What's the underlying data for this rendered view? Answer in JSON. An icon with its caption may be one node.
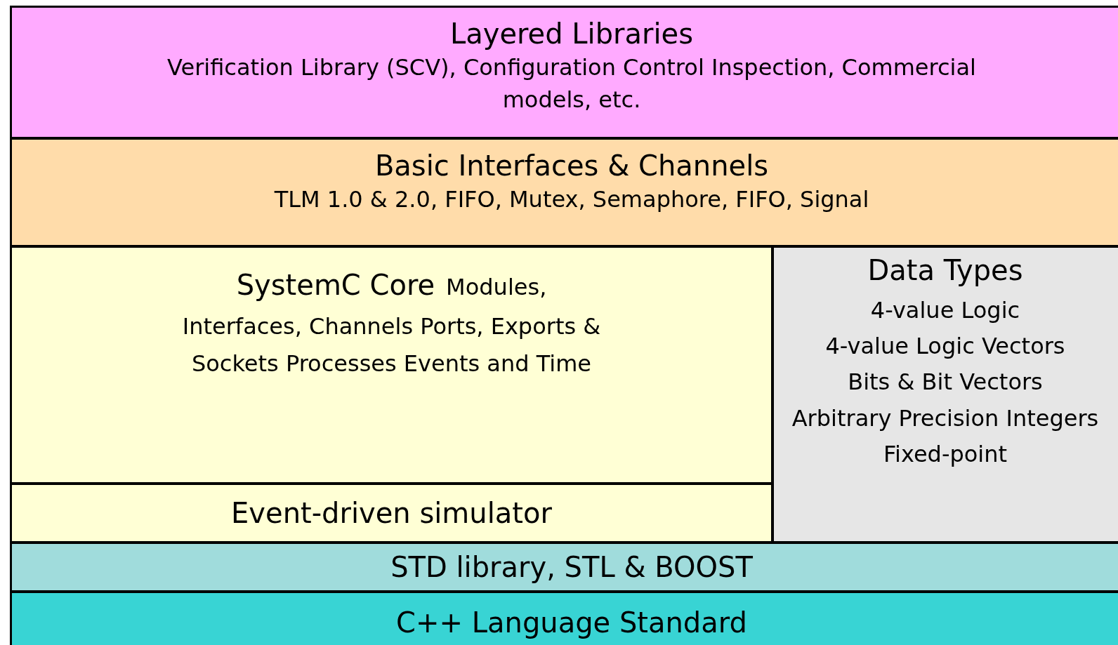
{
  "diagram": {
    "nodes": [
      {
        "text": [
          "Layered Libraries",
          "Verification Library (SCV), Configuration Control Inspection, Commercial models, etc."
        ]
      },
      {
        "text": [
          "Basic Interfaces & Channels",
          "TLM 1.0 & 2.0, FIFO, Mutex, Semaphore, FIFO, Signal"
        ]
      },
      {
        "text": [
          "SystemC Core",
          "Modules, Interfaces, Channels Ports, Exports & Sockets Processes Events and Time"
        ]
      },
      {
        "text": [
          "Data Types",
          "4-value Logic",
          "4-value Logic Vectors",
          "Bits & Bit Vectors",
          "Arbitrary Precision Integers",
          "Fixed-point"
        ]
      },
      {
        "text": [
          "Event-driven simulator"
        ]
      },
      {
        "text": [
          "STD library, STL & BOOST"
        ]
      },
      {
        "text": [
          "C++ Language Standard"
        ]
      }
    ]
  }
}
